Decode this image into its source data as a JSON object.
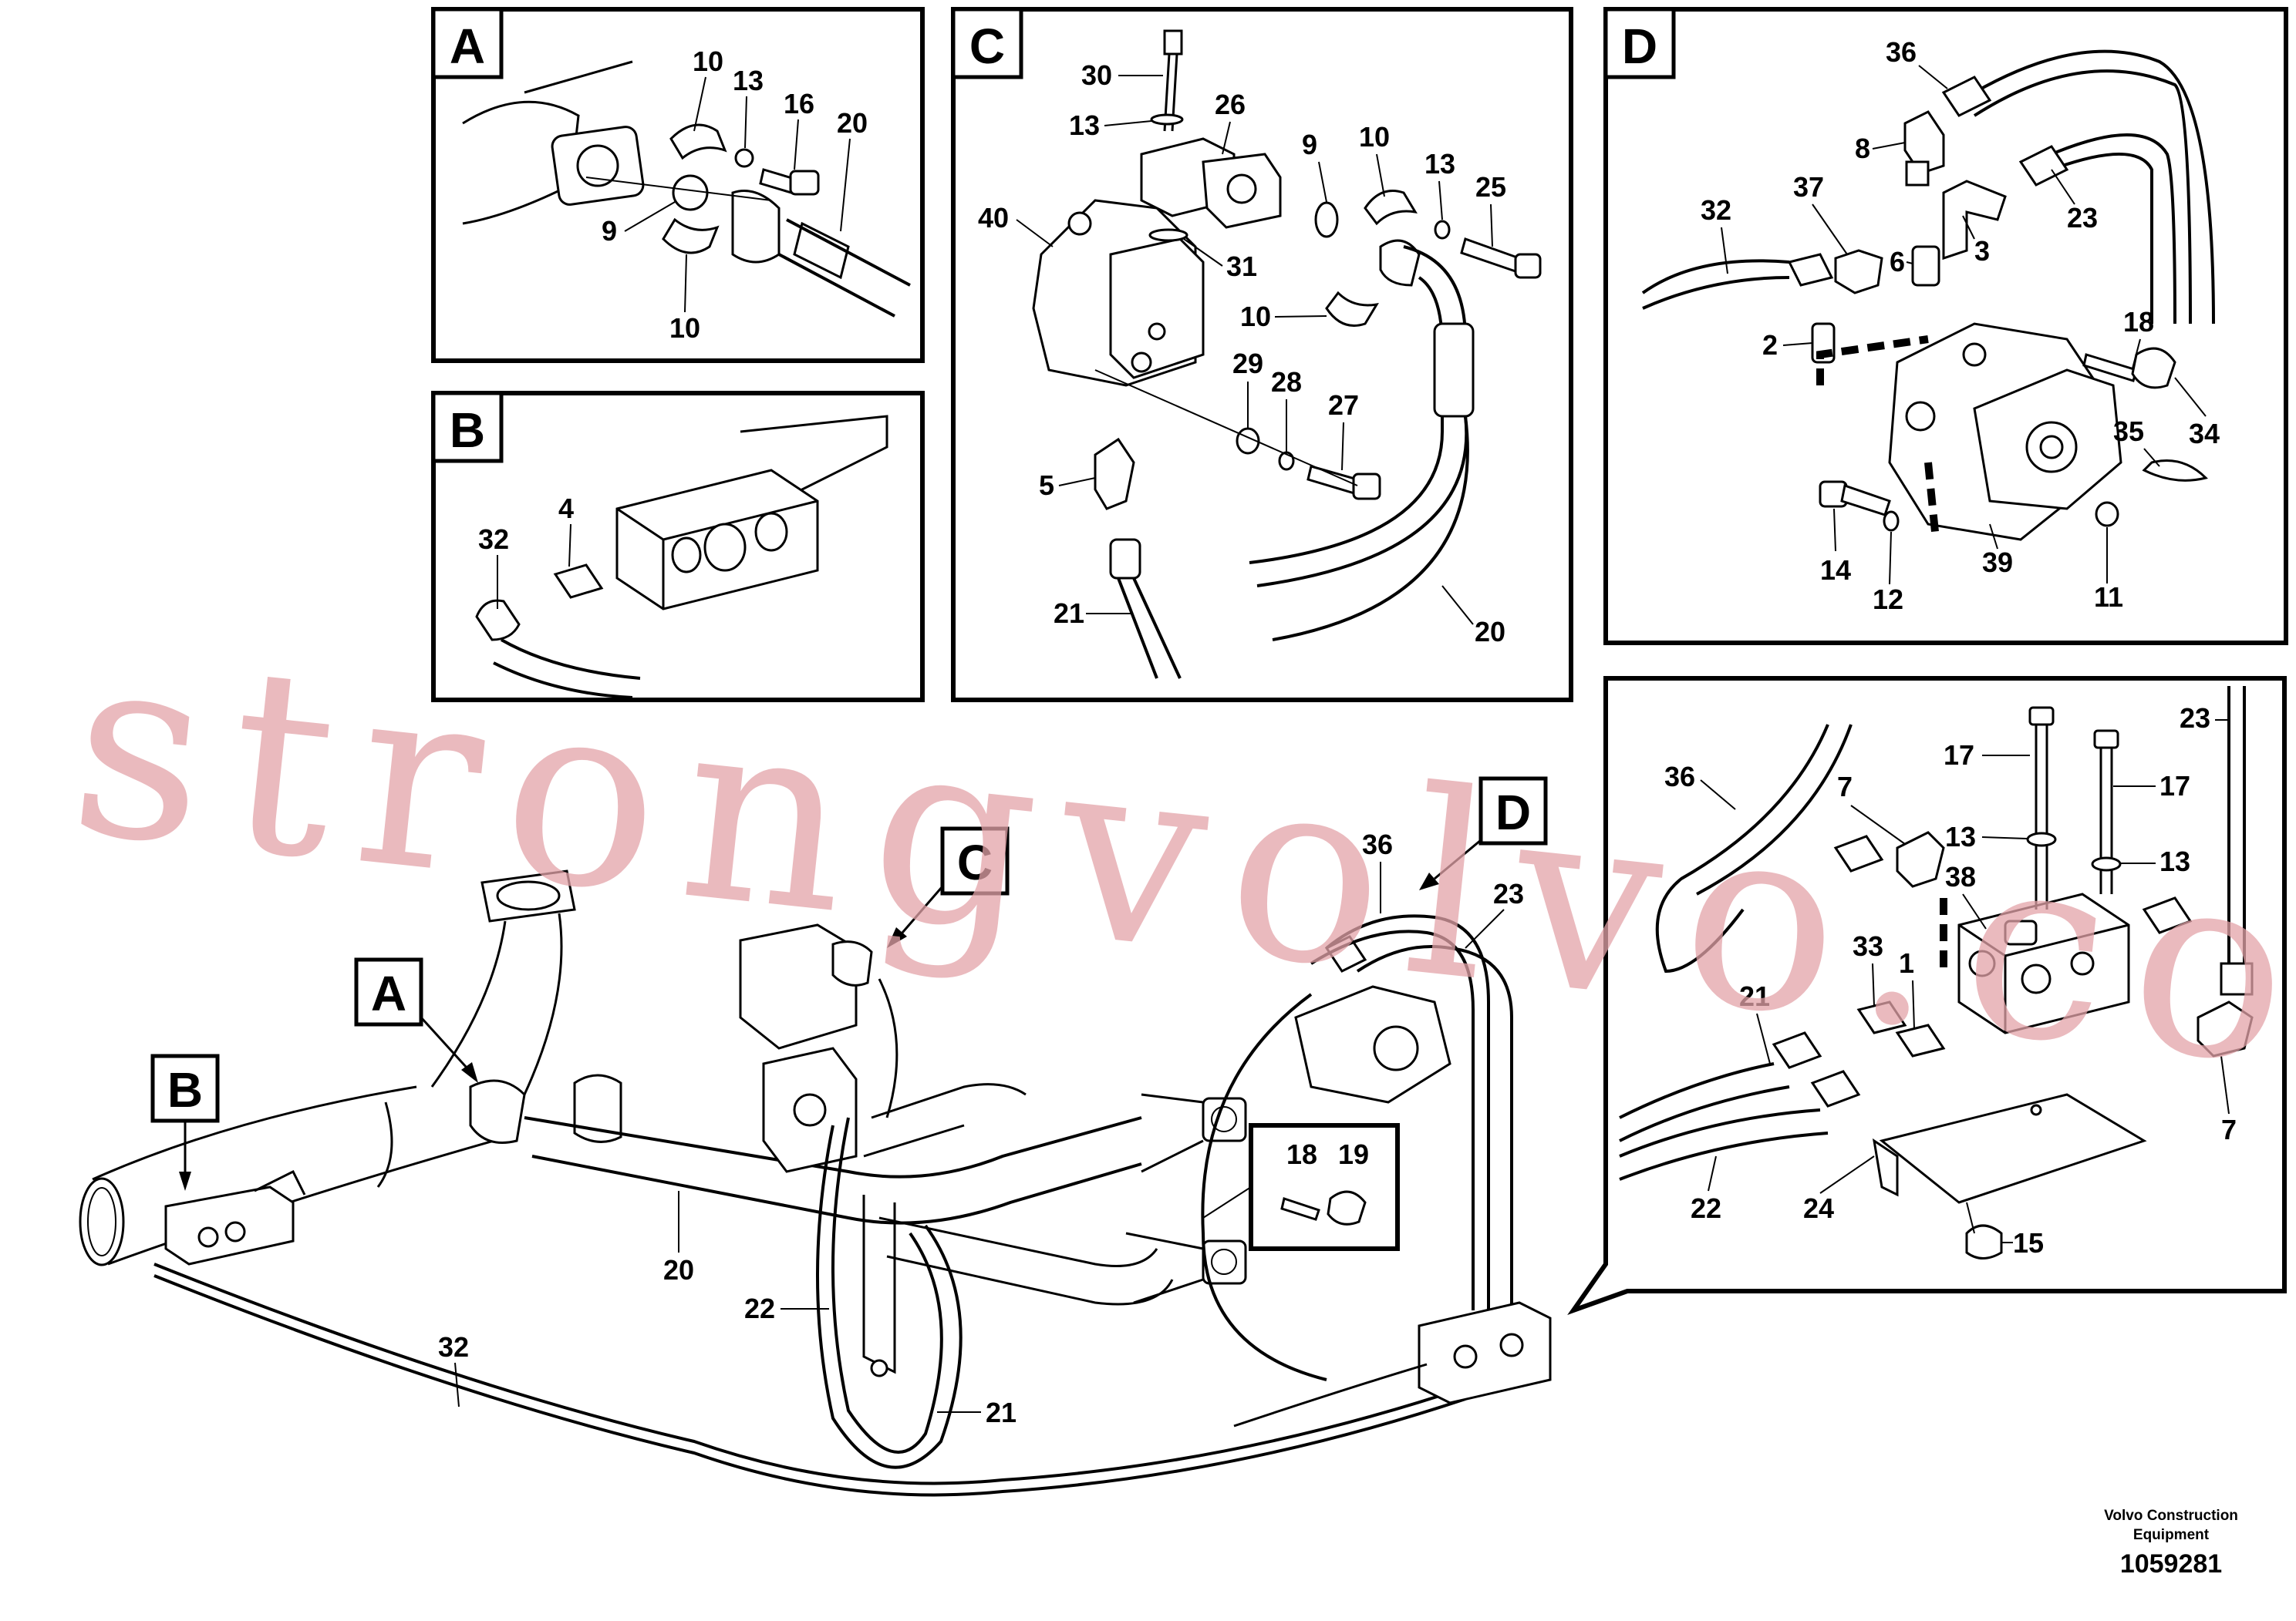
{
  "detail_views": [
    {
      "id": "A",
      "labels": [
        "10",
        "13",
        "16",
        "20",
        "9",
        "10"
      ]
    },
    {
      "id": "B",
      "labels": [
        "4",
        "32"
      ]
    },
    {
      "id": "C",
      "labels": [
        "30",
        "13",
        "26",
        "9",
        "10",
        "13",
        "25",
        "40",
        "31",
        "10",
        "29",
        "28",
        "27",
        "5",
        "21",
        "20"
      ]
    },
    {
      "id": "D",
      "labels": [
        "36",
        "8",
        "32",
        "37",
        "6",
        "3",
        "23",
        "2",
        "18",
        "34",
        "35",
        "14",
        "12",
        "39",
        "11"
      ]
    },
    {
      "id": "valve",
      "labels": [
        "23",
        "36",
        "7",
        "17",
        "17",
        "13",
        "13",
        "38",
        "33",
        "1",
        "21",
        "7",
        "22",
        "24",
        "15"
      ]
    }
  ],
  "main_labels": [
    "36",
    "23",
    "20",
    "22",
    "21",
    "32",
    "18",
    "19"
  ],
  "callouts": [
    "A",
    "B",
    "C",
    "D"
  ],
  "watermark": "strongvolvo.com",
  "footer": {
    "company": "Volvo Construction",
    "company2": "Equipment",
    "doc_number": "1059281"
  }
}
